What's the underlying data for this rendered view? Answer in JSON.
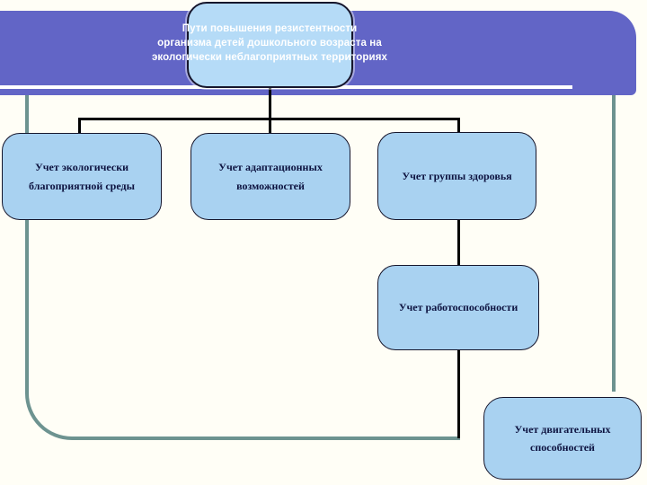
{
  "title": {
    "text": "Пути повышения резистентности\nорганизма детей дошкольного возраста на\nэкологически неблагоприятных территориях"
  },
  "diagram": {
    "root_label": "Пути повышения резистентности организма детей дошкольного возраста на экологически неблагоприятных территориях",
    "nodes": [
      {
        "id": "node-eco",
        "label": "Учет экологически\nблагоприятной среды"
      },
      {
        "id": "node-adapt",
        "label": "Учет адаптационных\nвозможностей"
      },
      {
        "id": "node-health",
        "label": "Учет группы здоровья"
      },
      {
        "id": "node-work",
        "label": "Учет работоспособности"
      },
      {
        "id": "node-motor",
        "label": "Учет двигательных\nспособностей"
      }
    ],
    "edges": [
      {
        "from": "root",
        "to": "node-eco"
      },
      {
        "from": "root",
        "to": "node-adapt"
      },
      {
        "from": "root",
        "to": "node-health"
      },
      {
        "from": "node-health",
        "to": "node-work"
      },
      {
        "from": "node-work",
        "to": "node-motor"
      }
    ]
  },
  "colors": {
    "banner": "#6265c6",
    "banner_stripe": "#ffffff",
    "title_box_fill": "#b5dbf7",
    "node_fill": "#a9d2f1",
    "node_border": "#16162c",
    "node_text": "#0d1340",
    "title_text": "#ffffff",
    "frame": "#6d9390",
    "connector": "#000000",
    "background": "#fffef6"
  }
}
